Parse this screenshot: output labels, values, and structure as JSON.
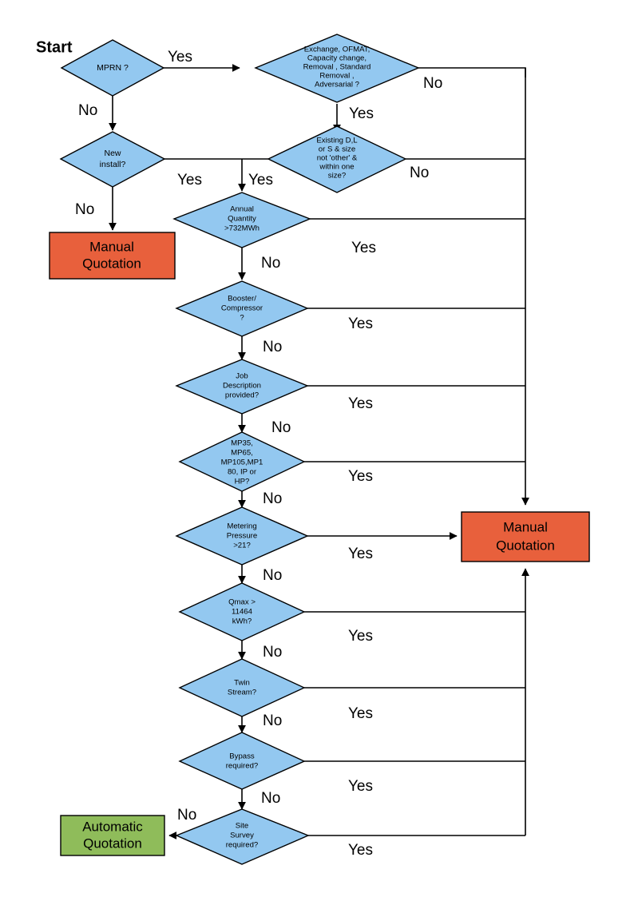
{
  "diagram": {
    "title_label": "Start",
    "type": "flowchart",
    "colors": {
      "decision_fill": "#93C8F0",
      "manual_fill": "#E8603C",
      "automatic_fill": "#8FBC5A",
      "stroke": "#000000",
      "background": "#FFFFFF"
    },
    "nodes": [
      {
        "id": "mprn",
        "kind": "decision",
        "lines": [
          "MPRN ?"
        ]
      },
      {
        "id": "exchange",
        "kind": "decision",
        "lines": [
          "Exchange, OFMAT,",
          "Capacity change,",
          "Removal , Standard",
          "Removal ,",
          "Adversarial ?"
        ]
      },
      {
        "id": "newinstall",
        "kind": "decision",
        "lines": [
          "New",
          "install?"
        ]
      },
      {
        "id": "existing",
        "kind": "decision",
        "lines": [
          "Existing D,L",
          "or S & size",
          "not 'other' &",
          "within one",
          "size?"
        ]
      },
      {
        "id": "annual",
        "kind": "decision",
        "lines": [
          "Annual",
          "Quantity",
          ">732MWh"
        ]
      },
      {
        "id": "booster",
        "kind": "decision",
        "lines": [
          "Booster/",
          "Compressor",
          "?"
        ]
      },
      {
        "id": "jobdesc",
        "kind": "decision",
        "lines": [
          "Job",
          "Description",
          "provided?"
        ]
      },
      {
        "id": "mpcodes",
        "kind": "decision",
        "lines": [
          "MP35,",
          "MP65,",
          "MP105,MP1",
          "80, IP or",
          "HP?"
        ]
      },
      {
        "id": "metering",
        "kind": "decision",
        "lines": [
          "Metering",
          "Pressure",
          ">21?"
        ]
      },
      {
        "id": "qmax",
        "kind": "decision",
        "lines": [
          "Qmax >",
          "11464",
          "kWh?"
        ]
      },
      {
        "id": "twin",
        "kind": "decision",
        "lines": [
          "Twin",
          "Stream?"
        ]
      },
      {
        "id": "bypass",
        "kind": "decision",
        "lines": [
          "Bypass",
          "required?"
        ]
      },
      {
        "id": "sitesurvey",
        "kind": "decision",
        "lines": [
          "Site",
          "Survey",
          "required?"
        ]
      },
      {
        "id": "manual_left",
        "kind": "terminal",
        "lines": [
          "Manual",
          "Quotation"
        ]
      },
      {
        "id": "manual_right",
        "kind": "terminal",
        "lines": [
          "Manual",
          "Quotation"
        ]
      },
      {
        "id": "automatic",
        "kind": "terminal",
        "lines": [
          "Automatic",
          "Quotation"
        ]
      }
    ],
    "edge_labels": {
      "yes": "Yes",
      "no": "No"
    },
    "edges": [
      {
        "from": "mprn",
        "label": "Yes",
        "to": "exchange"
      },
      {
        "from": "mprn",
        "label": "No",
        "to": "newinstall"
      },
      {
        "from": "exchange",
        "label": "No",
        "to": "manual_right"
      },
      {
        "from": "exchange",
        "label": "Yes",
        "to": "existing"
      },
      {
        "from": "newinstall",
        "label": "Yes",
        "to": "annual"
      },
      {
        "from": "newinstall",
        "label": "No",
        "to": "manual_left"
      },
      {
        "from": "existing",
        "label": "No",
        "to": "manual_right"
      },
      {
        "from": "existing",
        "label": "Yes",
        "to": "annual"
      },
      {
        "from": "annual",
        "label": "Yes",
        "to": "manual_right"
      },
      {
        "from": "annual",
        "label": "No",
        "to": "booster"
      },
      {
        "from": "booster",
        "label": "Yes",
        "to": "manual_right"
      },
      {
        "from": "booster",
        "label": "No",
        "to": "jobdesc"
      },
      {
        "from": "jobdesc",
        "label": "Yes",
        "to": "manual_right"
      },
      {
        "from": "jobdesc",
        "label": "No",
        "to": "mpcodes"
      },
      {
        "from": "mpcodes",
        "label": "Yes",
        "to": "manual_right"
      },
      {
        "from": "mpcodes",
        "label": "No",
        "to": "metering"
      },
      {
        "from": "metering",
        "label": "Yes",
        "to": "manual_right"
      },
      {
        "from": "metering",
        "label": "No",
        "to": "qmax"
      },
      {
        "from": "qmax",
        "label": "Yes",
        "to": "manual_right"
      },
      {
        "from": "qmax",
        "label": "No",
        "to": "twin"
      },
      {
        "from": "twin",
        "label": "Yes",
        "to": "manual_right"
      },
      {
        "from": "twin",
        "label": "No",
        "to": "bypass"
      },
      {
        "from": "bypass",
        "label": "Yes",
        "to": "manual_right"
      },
      {
        "from": "bypass",
        "label": "No",
        "to": "sitesurvey"
      },
      {
        "from": "sitesurvey",
        "label": "Yes",
        "to": "manual_right"
      },
      {
        "from": "sitesurvey",
        "label": "No",
        "to": "automatic"
      }
    ],
    "labels": {
      "mprn_yes": "Yes",
      "mprn_no": "No",
      "exchange_no": "No",
      "exchange_yes": "Yes",
      "newinstall_yes": "Yes",
      "newinstall_no": "No",
      "existing_yes": "Yes",
      "existing_no": "No",
      "annual_yes": "Yes",
      "annual_no": "No",
      "booster_yes": "Yes",
      "booster_no": "No",
      "jobdesc_yes": "Yes",
      "jobdesc_no": "No",
      "mpcodes_yes": "Yes",
      "mpcodes_no": "No",
      "metering_yes": "Yes",
      "metering_no": "No",
      "qmax_yes": "Yes",
      "qmax_no": "No",
      "twin_yes": "Yes",
      "twin_no": "No",
      "bypass_yes": "Yes",
      "bypass_no": "No",
      "sitesurvey_yes": "Yes",
      "sitesurvey_no": "No"
    },
    "text": {
      "mprn_0": "MPRN ?",
      "exchange_0": "Exchange, OFMAT,",
      "exchange_1": "Capacity change,",
      "exchange_2": "Removal , Standard",
      "exchange_3": "Removal ,",
      "exchange_4": "Adversarial ?",
      "newinstall_0": "New",
      "newinstall_1": "install?",
      "existing_0": "Existing D,L",
      "existing_1": "or S & size",
      "existing_2": "not 'other' &",
      "existing_3": "within one",
      "existing_4": "size?",
      "annual_0": "Annual",
      "annual_1": "Quantity",
      "annual_2": ">732MWh",
      "booster_0": "Booster/",
      "booster_1": "Compressor",
      "booster_2": "?",
      "jobdesc_0": "Job",
      "jobdesc_1": "Description",
      "jobdesc_2": "provided?",
      "mpcodes_0": "MP35,",
      "mpcodes_1": "MP65,",
      "mpcodes_2": "MP105,MP1",
      "mpcodes_3": "80, IP or",
      "mpcodes_4": "HP?",
      "metering_0": "Metering",
      "metering_1": "Pressure",
      "metering_2": ">21?",
      "qmax_0": "Qmax >",
      "qmax_1": "11464",
      "qmax_2": "kWh?",
      "twin_0": "Twin",
      "twin_1": "Stream?",
      "bypass_0": "Bypass",
      "bypass_1": "required?",
      "sitesurvey_0": "Site",
      "sitesurvey_1": "Survey",
      "sitesurvey_2": "required?",
      "manual_left_0": "Manual",
      "manual_left_1": "Quotation",
      "manual_right_0": "Manual",
      "manual_right_1": "Quotation",
      "automatic_0": "Automatic",
      "automatic_1": "Quotation",
      "start": "Start"
    }
  }
}
